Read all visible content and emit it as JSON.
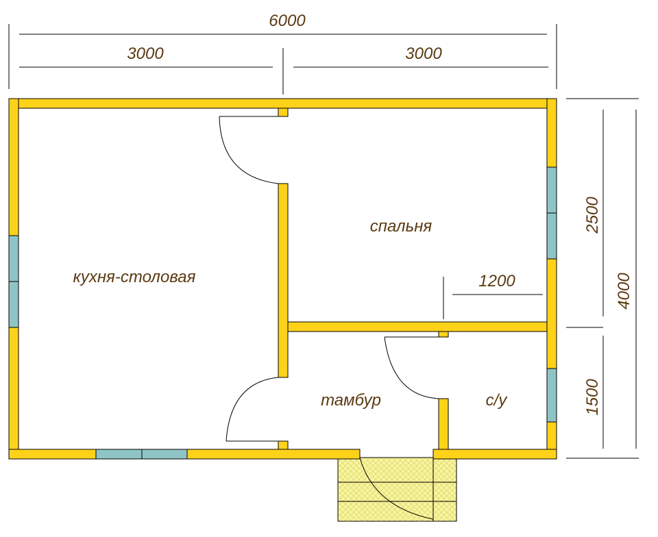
{
  "dimensions": {
    "total_width": "6000",
    "left_width": "3000",
    "right_width": "3000",
    "total_depth": "4000",
    "upper_depth": "2500",
    "lower_depth": "1500",
    "bathroom_width": "1200"
  },
  "rooms": {
    "kitchen": "кухня-столовая",
    "bedroom": "спальня",
    "vestibule": "тамбур",
    "bathroom": "с/у"
  },
  "colors": {
    "wall": "#ffd21a",
    "window": "#8fc4c6",
    "porch": "#f8f5a0",
    "text": "#5a3a12"
  }
}
